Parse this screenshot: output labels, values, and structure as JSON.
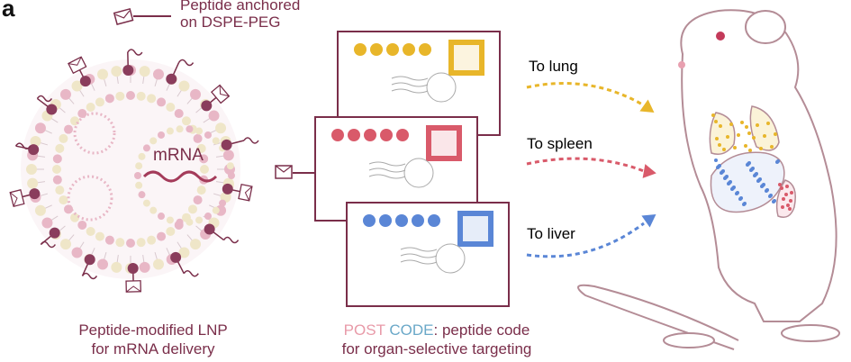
{
  "panel_label": "a",
  "anchor_label": {
    "line1": "Peptide anchored",
    "line2": "on DSPE-PEG"
  },
  "mrna_label": "mRNA",
  "routes": [
    {
      "label": "To lung",
      "color": "#e8b62a",
      "organ_icon": "lung-icon"
    },
    {
      "label": "To spleen",
      "color": "#d95a6a",
      "organ_icon": "spleen-icon"
    },
    {
      "label": "To liver",
      "color": "#5a86d6",
      "organ_icon": "liver-icon"
    }
  ],
  "lnp_caption": {
    "line1": "Peptide-modified LNP",
    "line2": "for mRNA delivery"
  },
  "post_caption": {
    "word1": "POST",
    "word2": "CODE",
    "rest1": ": peptide code",
    "line2": "for organ-selective targeting"
  },
  "colors": {
    "lipid_dark": "#8a3d5c",
    "lipid_pink": "#e8b7c6",
    "lipid_cream": "#efe6c8",
    "outline": "#7a2e4a",
    "rat_outline": "#b48c96"
  }
}
